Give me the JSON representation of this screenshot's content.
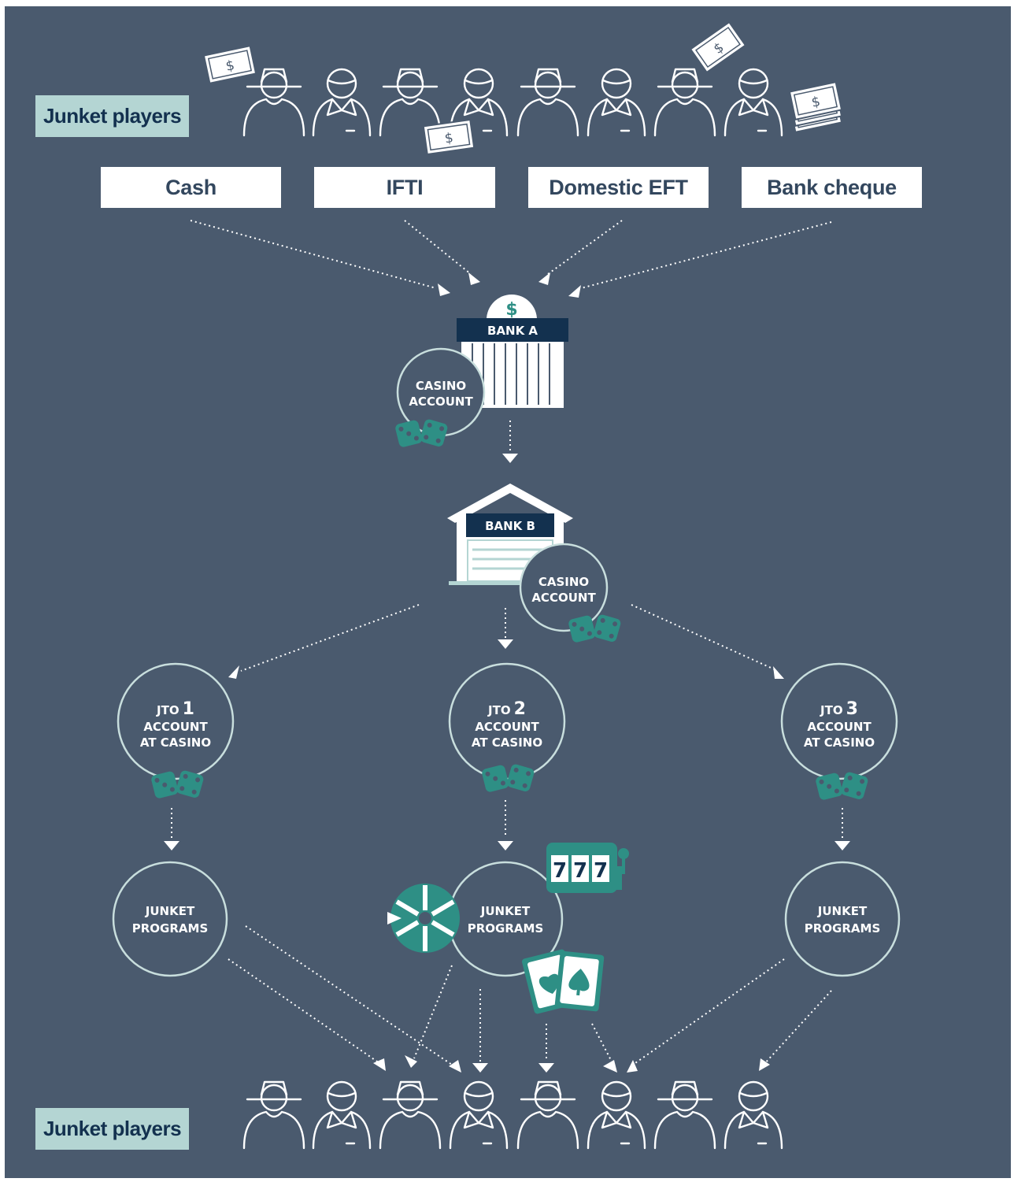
{
  "labels": {
    "players_top": "Junket players",
    "players_bottom": "Junket players"
  },
  "methods": [
    "Cash",
    "IFTI",
    "Domestic EFT",
    "Bank cheque"
  ],
  "bank_a": {
    "name": "BANK A",
    "account_line1": "CASINO",
    "account_line2": "ACCOUNT",
    "sign": "$"
  },
  "bank_b": {
    "name": "BANK B",
    "account_line1": "CASINO",
    "account_line2": "ACCOUNT"
  },
  "jto": [
    {
      "prefix": "JTO",
      "number": "1",
      "line2": "ACCOUNT",
      "line3": "AT CASINO"
    },
    {
      "prefix": "JTO",
      "number": "2",
      "line2": "ACCOUNT",
      "line3": "AT CASINO"
    },
    {
      "prefix": "JTO",
      "number": "3",
      "line2": "ACCOUNT",
      "line3": "AT CASINO"
    }
  ],
  "programs": [
    {
      "line1": "JUNKET",
      "line2": "PROGRAMS"
    },
    {
      "line1": "JUNKET",
      "line2": "PROGRAMS"
    },
    {
      "line1": "JUNKET",
      "line2": "PROGRAMS"
    }
  ],
  "slot_machine": {
    "reels": [
      "7",
      "7",
      "7"
    ]
  },
  "money_symbol": "$",
  "colors": {
    "background": "#4a5a6e",
    "accent_teal": "#2e8f85",
    "label_bg": "#b4d5d3",
    "navy": "#13314f",
    "line": "#ffffff",
    "circle_stroke": "#c8dedd"
  }
}
